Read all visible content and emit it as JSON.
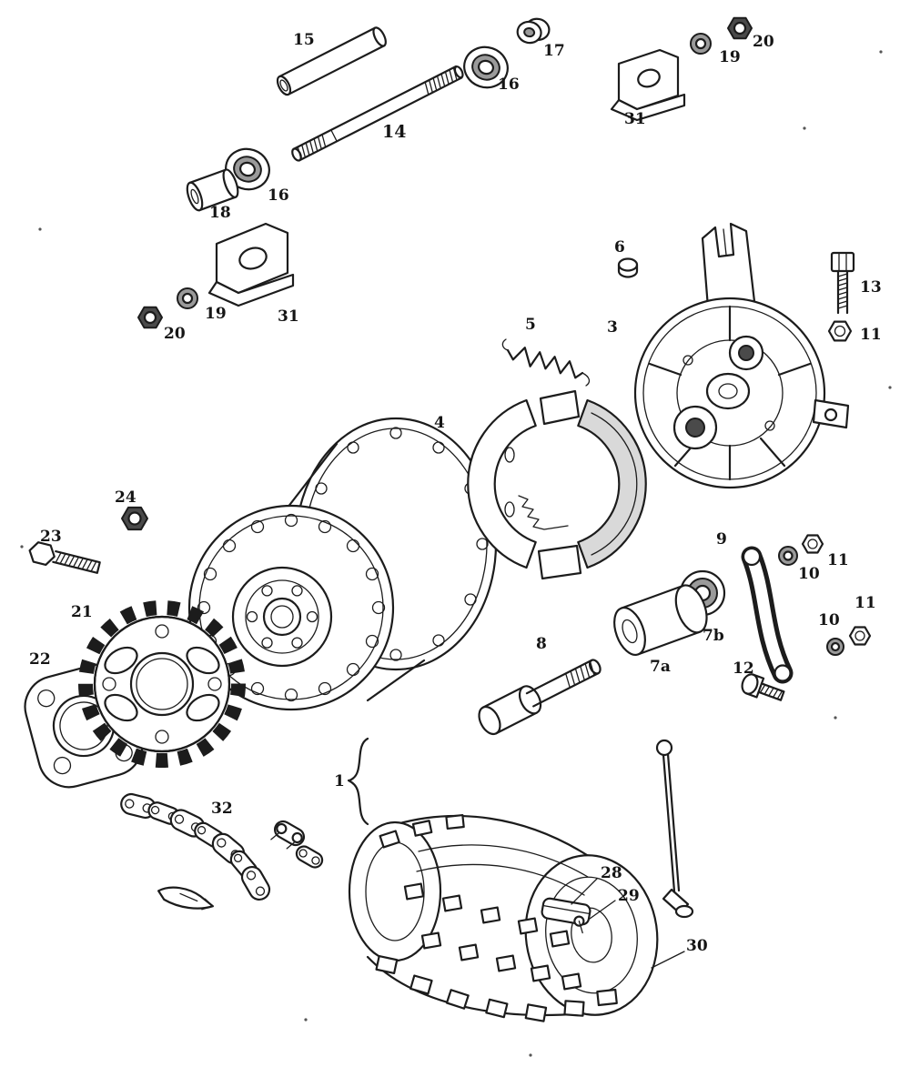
{
  "figure": {
    "background": "#ffffff",
    "ink": "#1c1c1c",
    "shade": "#9a9a9a",
    "lining_shade": "#d9d9d9"
  },
  "labels": {
    "n1": "1",
    "n3": "3",
    "n4": "4",
    "n5": "5",
    "n6": "6",
    "n7a": "7a",
    "n7b": "7b",
    "n8": "8",
    "n9": "9",
    "n10a": "10",
    "n10b": "10",
    "n11a": "11",
    "n11b": "11",
    "n11c": "11",
    "n12": "12",
    "n13": "13",
    "n14": "14",
    "n15": "15",
    "n16a": "16",
    "n16b": "16",
    "n17": "17",
    "n18": "18",
    "n19a": "19",
    "n19b": "19",
    "n20a": "20",
    "n20b": "20",
    "n21": "21",
    "n22": "22",
    "n23": "23",
    "n24": "24",
    "n28": "28",
    "n29": "29",
    "n30": "30",
    "n31a": "31",
    "n31b": "31",
    "n32": "32"
  }
}
